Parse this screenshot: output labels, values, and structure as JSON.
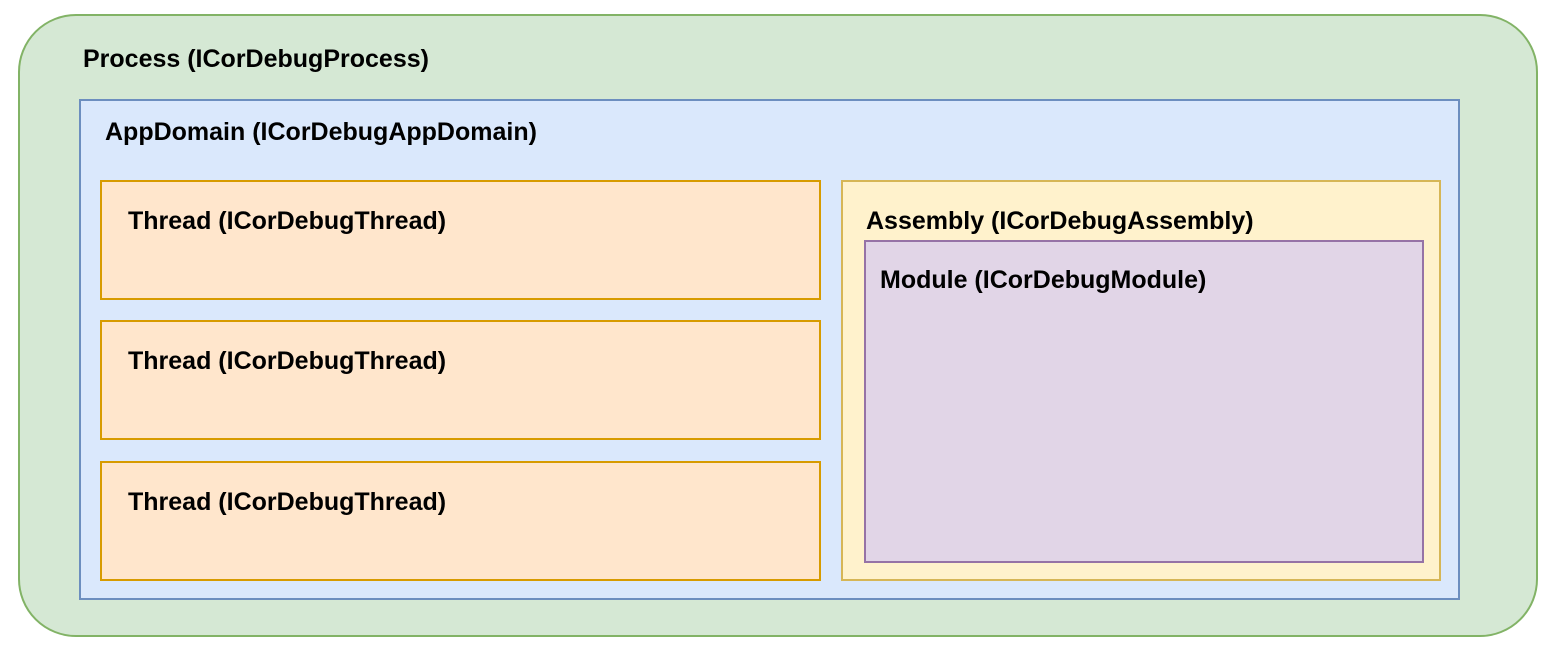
{
  "diagram": {
    "process": {
      "label": "Process (ICorDebugProcess)"
    },
    "appdomain": {
      "label": "AppDomain (ICorDebugAppDomain)"
    },
    "threads": [
      {
        "label": "Thread (ICorDebugThread)"
      },
      {
        "label": "Thread (ICorDebugThread)"
      },
      {
        "label": "Thread (ICorDebugThread)"
      }
    ],
    "assembly": {
      "label": "Assembly (ICorDebugAssembly)"
    },
    "module": {
      "label": "Module (ICorDebugModule)"
    }
  },
  "colors": {
    "background": "#FFFFFF",
    "text": "#000000",
    "process_fill": "#D5E8D4",
    "process_stroke": "#82B366",
    "appdomain_fill": "#DAE8FC",
    "appdomain_stroke": "#6C8EBF",
    "thread_fill": "#FFE6CC",
    "thread_stroke": "#D79B00",
    "assembly_fill": "#FFF2CC",
    "assembly_stroke": "#D6B656",
    "module_fill": "#E1D5E7",
    "module_stroke": "#9673A6"
  }
}
